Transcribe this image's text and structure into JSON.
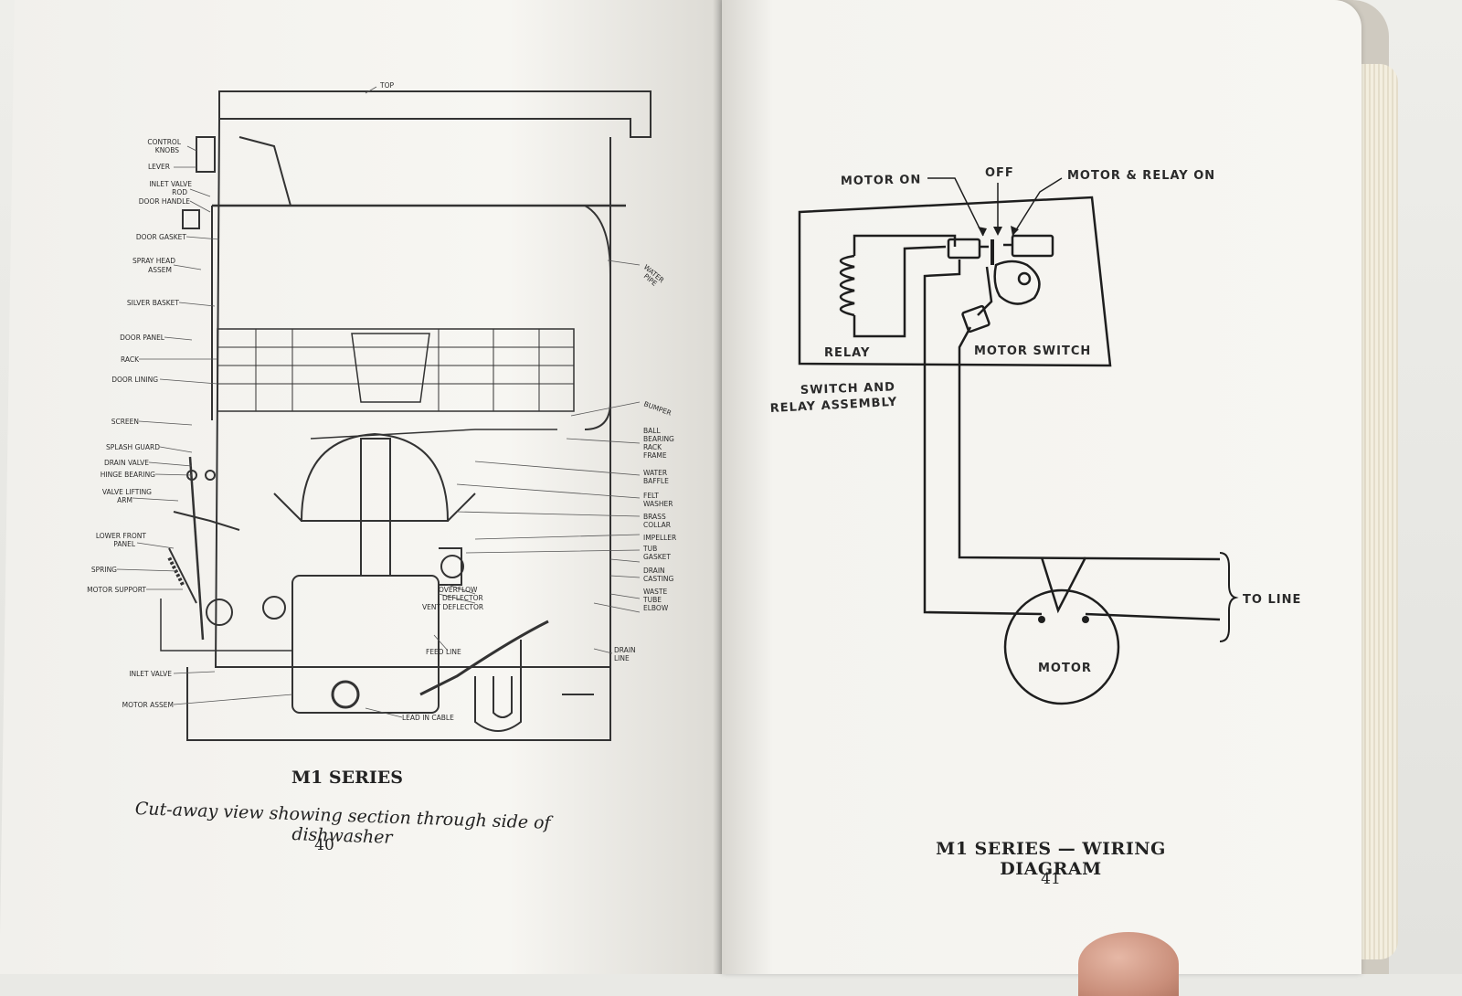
{
  "left_page": {
    "diagram_labels": {
      "top": "TOP",
      "control_knobs_1": "CONTROL",
      "control_knobs_2": "KNOBS",
      "lever": "LEVER",
      "inlet_valve_rod_1": "INLET VALVE",
      "inlet_valve_rod_2": "ROD",
      "door_handle": "DOOR HANDLE",
      "door_gasket": "DOOR GASKET",
      "spray_head_1": "SPRAY HEAD",
      "spray_head_2": "ASSEM",
      "silver_basket": "SILVER BASKET",
      "door_panel": "DOOR PANEL",
      "rack": "RACK",
      "door_lining": "DOOR LINING",
      "screen": "SCREEN",
      "splash_guard": "SPLASH GUARD",
      "drain_valve": "DRAIN VALVE",
      "hinge_bearing": "HINGE BEARING",
      "valve_lifting_1": "VALVE LIFTING",
      "valve_lifting_2": "ARM",
      "lower_front_1": "LOWER FRONT",
      "lower_front_2": "PANEL",
      "spring": "SPRING",
      "motor_support": "MOTOR SUPPORT",
      "inlet_valve": "INLET VALVE",
      "motor_assem": "MOTOR ASSEM",
      "lead_in_cable": "LEAD IN CABLE",
      "feed_line": "FEED LINE",
      "overflow_1": "OVERFLOW",
      "overflow_2": "DEFLECTOR",
      "vent_deflector": "VENT DEFLECTOR",
      "water_pipe_1": "WATER",
      "water_pipe_2": "PIPE",
      "bumper": "BUMPER",
      "ball_1": "BALL",
      "ball_2": "BEARING",
      "ball_3": "RACK",
      "ball_4": "FRAME",
      "water_baffle_1": "WATER",
      "water_baffle_2": "BAFFLE",
      "felt_1": "FELT",
      "felt_2": "WASHER",
      "brass_1": "BRASS",
      "brass_2": "COLLAR",
      "impeller": "IMPELLER",
      "tub_1": "TUB",
      "tub_2": "GASKET",
      "drain_casting_1": "DRAIN",
      "drain_casting_2": "CASTING",
      "waste_1": "WASTE",
      "waste_2": "TUBE",
      "waste_3": "ELBOW",
      "drain_line_1": "DRAIN",
      "drain_line_2": "LINE"
    },
    "title": "M1 SERIES",
    "caption": "Cut-away view showing section through side of dishwasher",
    "page_number": "40"
  },
  "right_page": {
    "diagram_labels": {
      "motor_on": "MOTOR ON",
      "off": "OFF",
      "motor_relay_on": "MOTOR & RELAY ON",
      "relay": "RELAY",
      "motor_switch": "MOTOR SWITCH",
      "assembly_1": "SWITCH AND",
      "assembly_2": "RELAY ASSEMBLY",
      "to_line": "TO LINE",
      "motor": "MOTOR"
    },
    "caption": "M1 SERIES — WIRING DIAGRAM",
    "page_number": "41"
  }
}
